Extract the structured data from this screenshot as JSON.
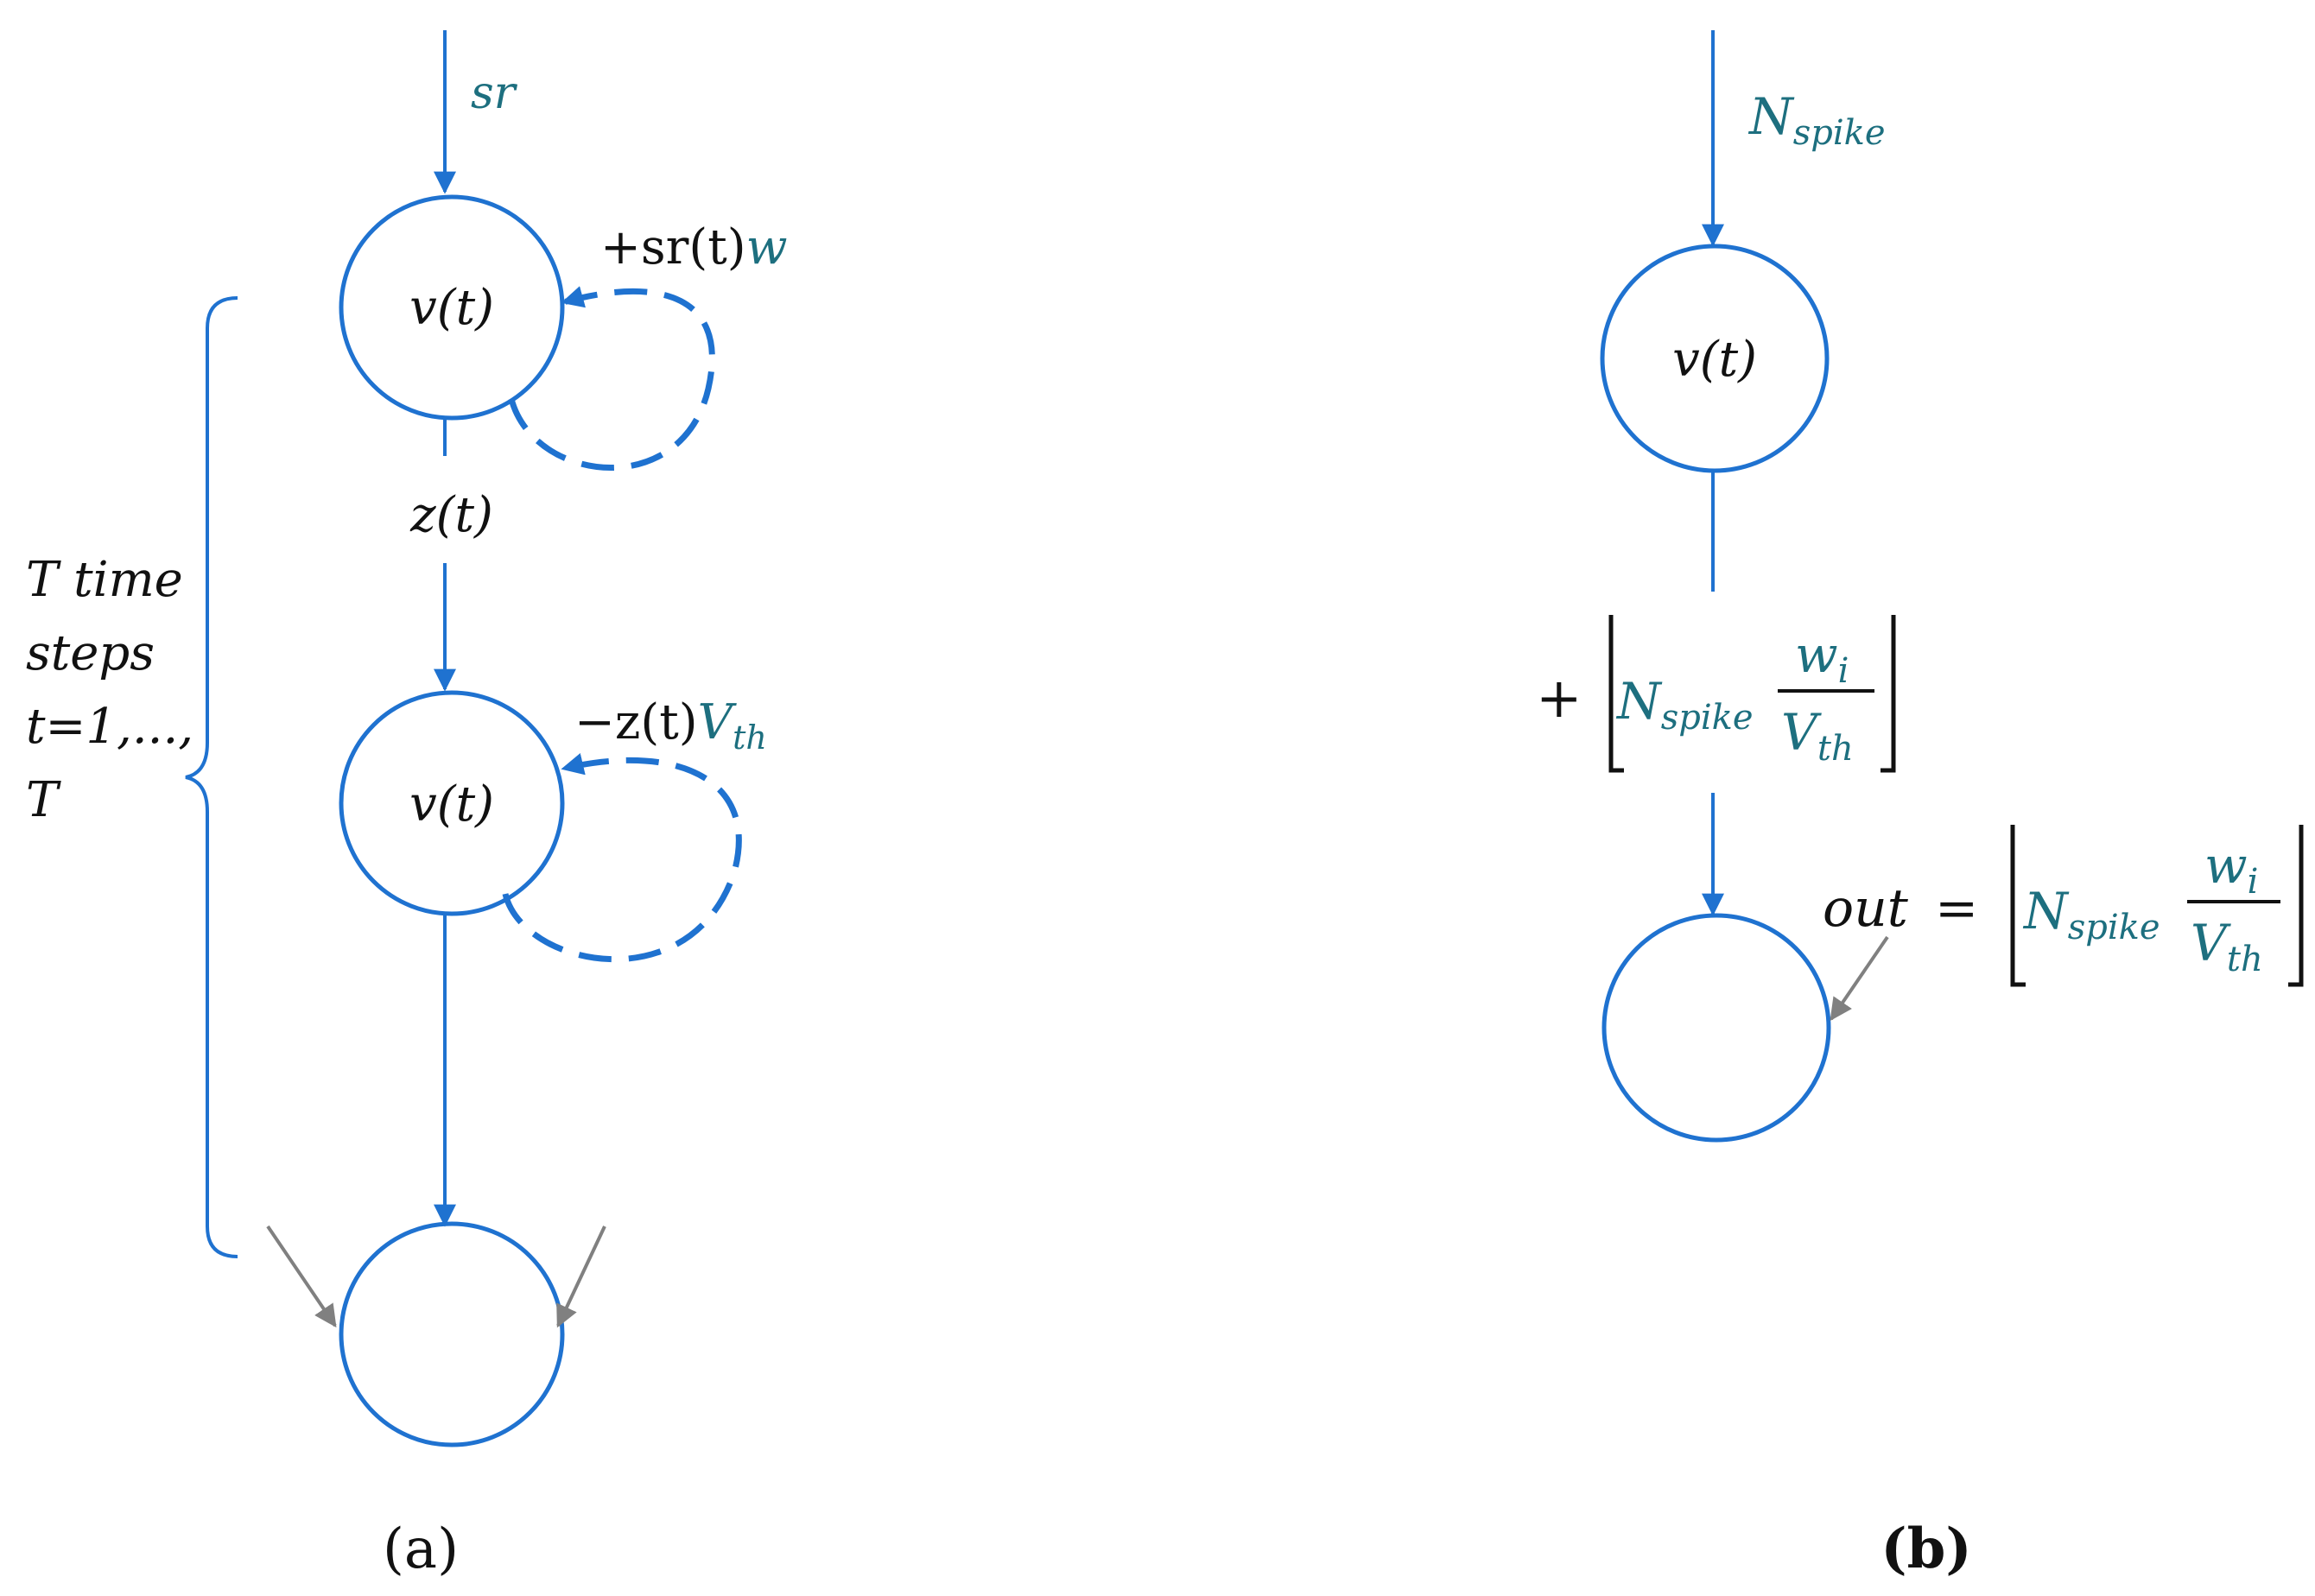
{
  "colors": {
    "line": "#1f72d0",
    "teal": "#1d6f7f",
    "gray": "#808080",
    "text": "#111111"
  },
  "panel_a": {
    "input_label": "sr",
    "node1_label": "v(t)",
    "loop1_prefix": "+sr(t)",
    "loop1_suffix": "w",
    "edge_label": "z(t)",
    "node2_label": "v(t)",
    "loop2_prefix": "−z(t)",
    "loop2_var": "V",
    "loop2_sub": "th",
    "brace_label": [
      "T time",
      "steps",
      "t=1,...,",
      "T"
    ],
    "caption": "(a)"
  },
  "panel_b": {
    "input_var": "N",
    "input_sub": "spike",
    "node_label": "v(t)",
    "formula_sign": "+",
    "formula_var": "N",
    "formula_sub": "spike",
    "frac_num_var": "w",
    "frac_num_sub": "i",
    "frac_den_var": "V",
    "frac_den_sub": "th",
    "out_label": "out",
    "out_equals": "=",
    "caption": "(b)"
  }
}
